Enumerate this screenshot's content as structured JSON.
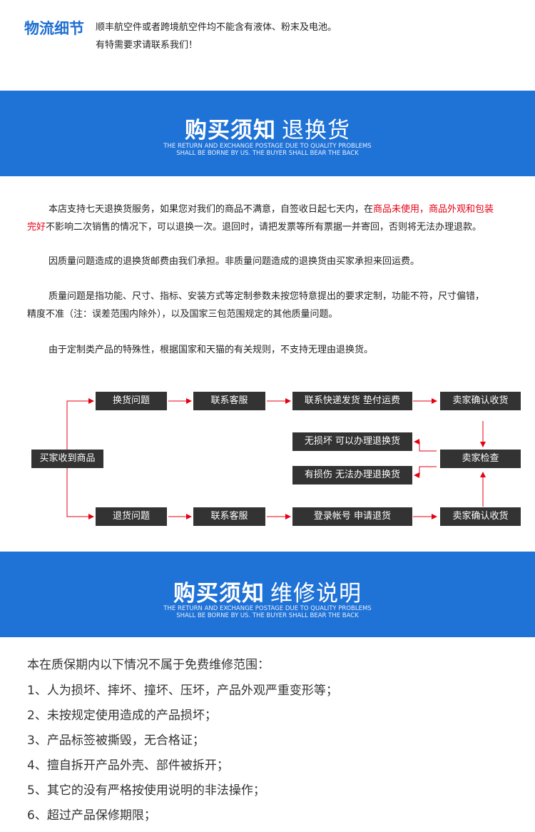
{
  "logistics": {
    "title": "物流细节",
    "line1": "顺丰航空件或者跨境航空件均不能含有液体、粉末及电池。",
    "line2": "有特需要求请联系我们！"
  },
  "banner_returns": {
    "title_bold": "购买须知",
    "title_light": "退换货",
    "sub1": "THE RETURN AND EXCHANGE POSTAGE DUE TO QUALITY PROBLEMS",
    "sub2": "SHALL BE BORNE BY US. THE BUYER SHALL BEAR THE BACK"
  },
  "policy": {
    "p1_a": "本店支持七天退换货服务，如果您对我们的商品不满意，自签收日起七天内，在",
    "p1_b": "商品未使用，商品外观和包装",
    "p1_c": "完好",
    "p1_d": "不影响二次销售的情况下，可以退换一次。退回时，请把发票等所有票据一并寄回，否则将无法办理退款。",
    "p2": "因质量问题造成的退换货邮费由我们承担。非质量问题造成的退换货由买家承担来回运费。",
    "p3_a": "质量问题是指功能、尺寸、指标、安装方式等定制参数未按您特意提出的要求定制，功能不符，尺寸偏错，",
    "p3_b": "精度不准（注：误差范围内除外），以及国家三包范围规定的其他质量问题。",
    "p4": "由于定制类产品的特殊性，根据国家和天猫的有关规则，不支持无理由退换货。"
  },
  "flow": {
    "buyer_received": "买家收到商品",
    "exchange_issue": "换货问题",
    "contact_service_top": "联系客服",
    "ship_express": "联系快递发货  垫付运费",
    "seller_confirm_top": "卖家确认收货",
    "no_damage": "无损坏  可以办理退换货",
    "seller_inspect": "卖家检查",
    "has_damage": "有损伤  无法办理退换货",
    "return_issue": "退货问题",
    "contact_service_bottom": "联系客服",
    "login_apply": "登录帐号  申请退货",
    "seller_confirm_bottom": "卖家确认收货",
    "arrow_color": "#e60012",
    "box_color": "#333333"
  },
  "banner_repair": {
    "title_bold": "购买须知",
    "title_light": "维修说明",
    "sub1": "THE RETURN AND EXCHANGE POSTAGE DUE TO QUALITY PROBLEMS",
    "sub2": "SHALL BE BORNE BY US. THE BUYER SHALL BEAR THE BACK"
  },
  "repair": {
    "intro": "本在质保期内以下情况不属于免费维修范围：",
    "items": [
      "1、人为损坏、摔坏、撞坏、压坏，产品外观严重变形等；",
      "2、未按规定使用造成的产品损坏；",
      "3、产品标签被撕毁，无合格证；",
      "4、擅自拆开产品外壳、部件被拆开；",
      "5、其它的没有严格按使用说明的非法操作；",
      "6、超过产品保修期限；"
    ]
  },
  "colors": {
    "banner": "#1f72d6",
    "accent_title": "#1f6fd1",
    "highlight_red": "#e60012"
  }
}
